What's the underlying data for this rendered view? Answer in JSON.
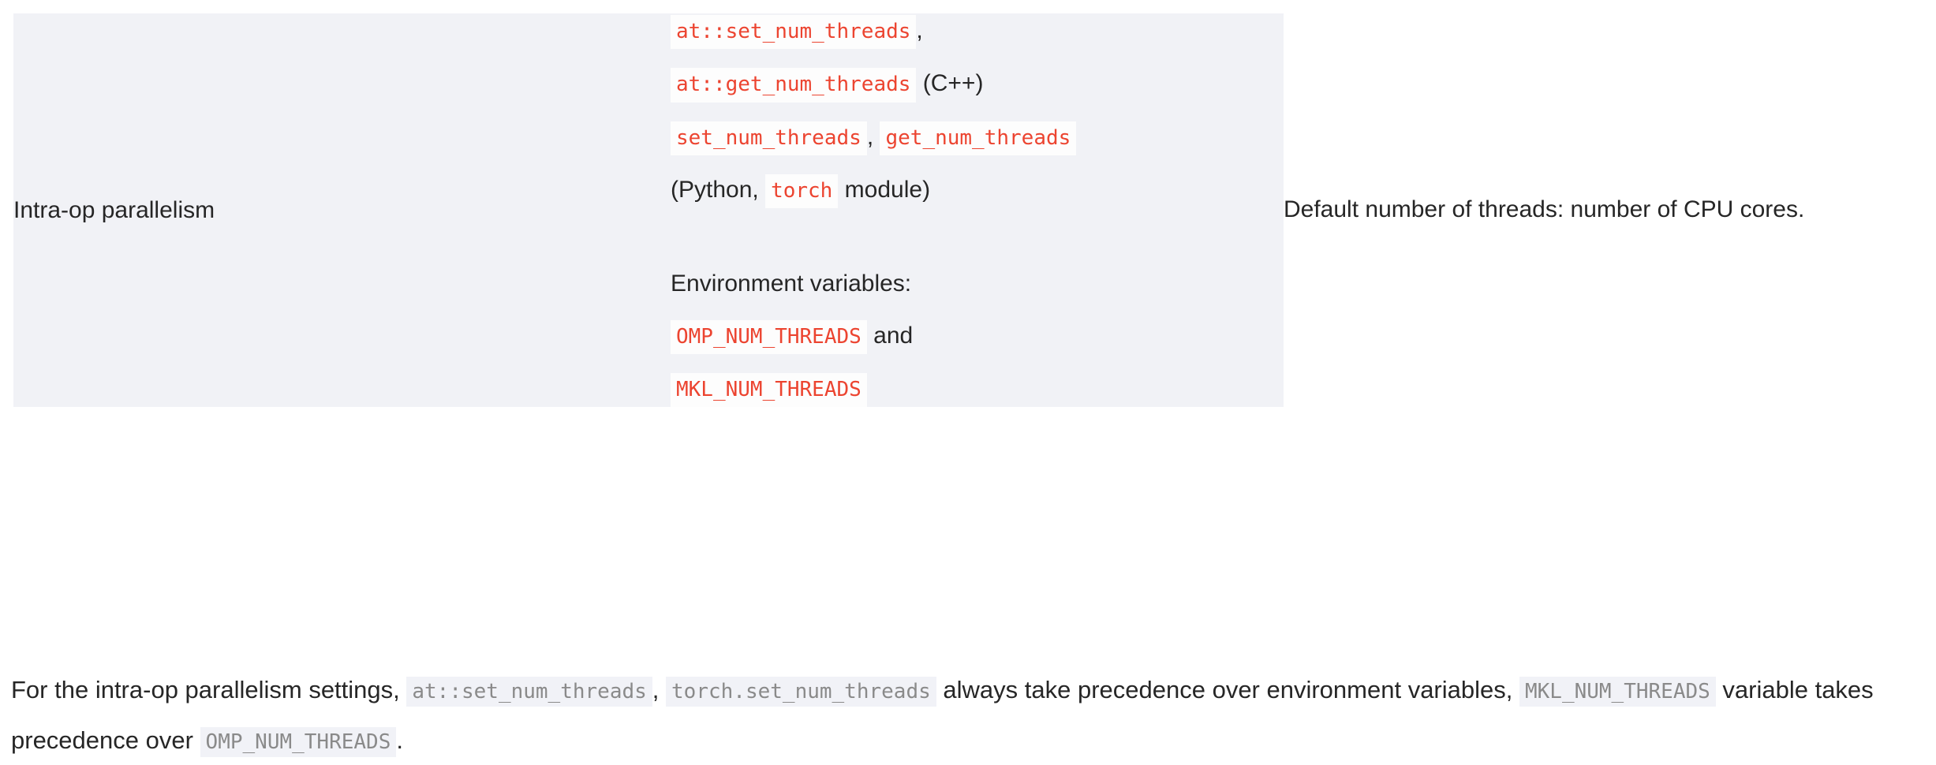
{
  "table": {
    "row": {
      "label": "Intra-op parallelism",
      "api_column": {
        "lines": [
          {
            "id": "line-1",
            "parts": [
              {
                "type": "code",
                "text": "at::set_num_threads"
              },
              {
                "type": "text",
                "text": ","
              }
            ]
          },
          {
            "id": "line-2",
            "parts": [
              {
                "type": "code",
                "text": "at::get_num_threads"
              },
              {
                "type": "text",
                "text": " (C++)"
              }
            ]
          },
          {
            "id": "line-3",
            "parts": [
              {
                "type": "code",
                "text": "set_num_threads"
              },
              {
                "type": "text",
                "text": ", "
              },
              {
                "type": "code",
                "text": "get_num_threads"
              }
            ]
          },
          {
            "id": "line-4",
            "parts": [
              {
                "type": "text",
                "text": "(Python, "
              },
              {
                "type": "code",
                "text": "torch"
              },
              {
                "type": "text",
                "text": " module)"
              }
            ]
          },
          {
            "id": "line-5",
            "parts": [
              {
                "type": "text",
                "text": "Environment variables:"
              }
            ]
          },
          {
            "id": "line-6",
            "parts": [
              {
                "type": "code",
                "text": "OMP_NUM_THREADS"
              },
              {
                "type": "text",
                "text": " and"
              }
            ]
          },
          {
            "id": "line-7",
            "parts": [
              {
                "type": "code",
                "text": "MKL_NUM_THREADS"
              }
            ]
          }
        ]
      },
      "note_column": {
        "text": "Default number of threads: number of CPU cores."
      }
    }
  },
  "paragraph": {
    "parts": [
      {
        "type": "text",
        "text": "For the intra-op parallelism settings, "
      },
      {
        "type": "code",
        "text": "at::set_num_threads"
      },
      {
        "type": "text",
        "text": ", "
      },
      {
        "type": "code",
        "text": "torch.set_num_threads"
      },
      {
        "type": "text",
        "text": " always take precedence over environment variables, "
      },
      {
        "type": "code",
        "text": "MKL_NUM_THREADS"
      },
      {
        "type": "text",
        "text": " variable takes precedence over "
      },
      {
        "type": "code",
        "text": "OMP_NUM_THREADS"
      },
      {
        "type": "text",
        "text": "."
      }
    ]
  },
  "colors": {
    "table_background": "#f1f2f6",
    "code_red": "#ec4430",
    "code_chip_background": "#fdfdfd",
    "inline_code_grey": "#8a8a8a",
    "inline_code_background": "#f1f2f7",
    "body_text": "#262626",
    "page_background": "#ffffff"
  }
}
